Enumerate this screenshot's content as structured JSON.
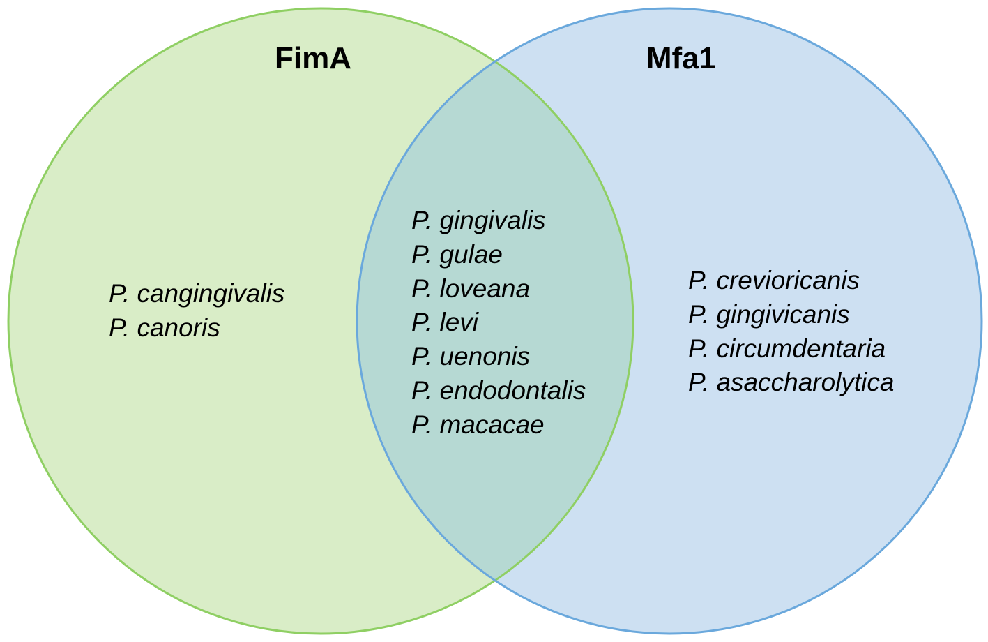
{
  "sets": [
    {
      "id": "fima",
      "label": "FimA",
      "fill_color": "#d9edc7",
      "stroke_color": "#8fcf63",
      "exclusive_members": [
        "P. cangingivalis",
        "P. canoris"
      ]
    },
    {
      "id": "mfa1",
      "label": "Mfa1",
      "fill_color": "#cde0f2",
      "stroke_color": "#6aa8dc",
      "exclusive_members": [
        "P. crevioricanis",
        "P. gingivicanis",
        "P. circumdentaria",
        "P. asaccharolytica"
      ]
    }
  ],
  "intersection": {
    "fill_color": "#b6d9d3",
    "members": [
      "P. gingivalis",
      "P. gulae",
      "P. loveana",
      "P. levi",
      "P. uenonis",
      "P. endodontalis",
      "P. macacae"
    ]
  }
}
